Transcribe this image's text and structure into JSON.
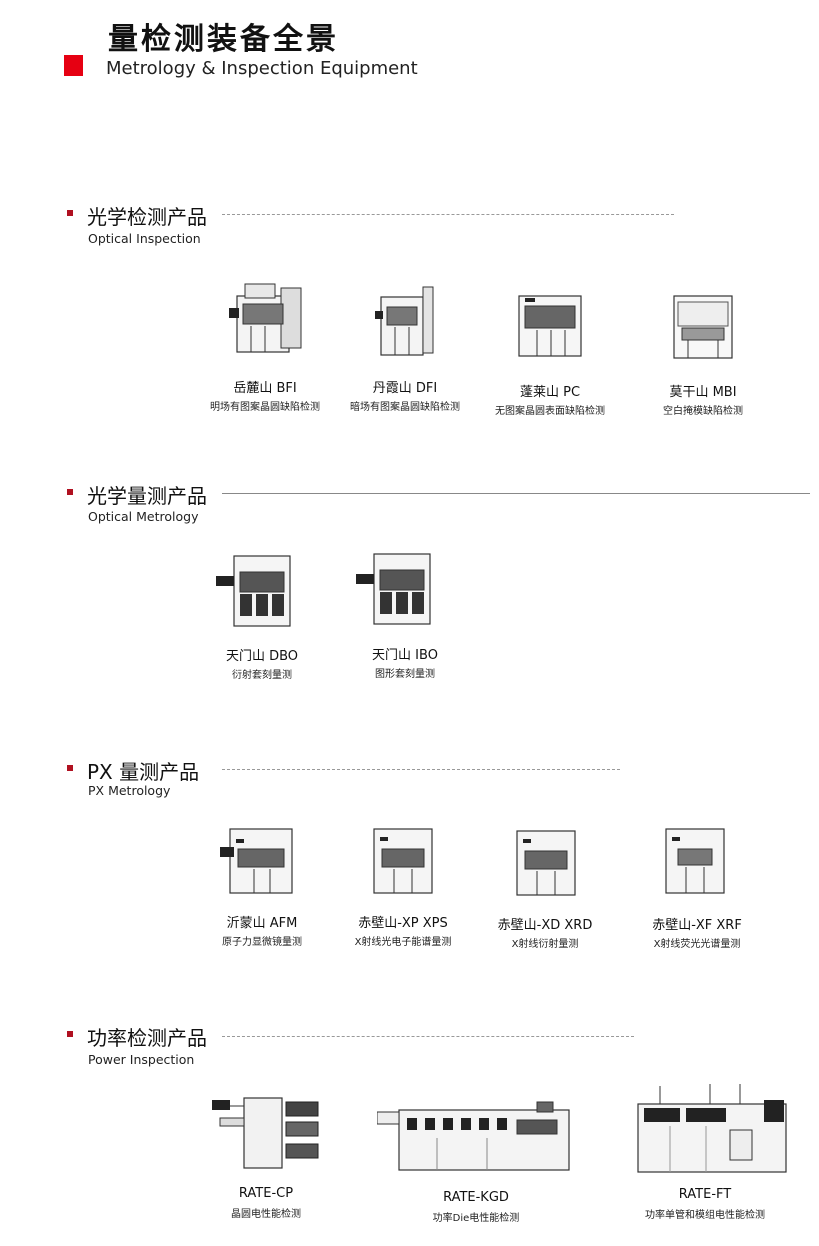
{
  "header": {
    "title_cn": "量检测装备全景",
    "title_en": "Metrology & Inspection Equipment",
    "accent_color": "#e60012"
  },
  "sections": [
    {
      "title_cn": "光学检测产品",
      "title_en": "Optical Inspection",
      "products": [
        {
          "name": "岳麓山 BFI",
          "desc": "明场有图案晶圆缺陷检测",
          "icon": "inspection-machine-icon"
        },
        {
          "name": "丹霞山 DFI",
          "desc": "暗场有图案晶圆缺陷检测",
          "icon": "inspection-machine-icon"
        },
        {
          "name": "蓬莱山 PC",
          "desc": "无图案晶圆表面缺陷检测",
          "icon": "inspection-machine-icon"
        },
        {
          "name": "莫干山 MBI",
          "desc": "空白掩模缺陷检测",
          "icon": "inspection-machine-icon"
        }
      ]
    },
    {
      "title_cn": "光学量测产品",
      "title_en": "Optical Metrology",
      "products": [
        {
          "name": "天门山 DBO",
          "desc": "衍射套刻量测",
          "icon": "metrology-machine-icon"
        },
        {
          "name": "天门山 IBO",
          "desc": "图形套刻量测",
          "icon": "metrology-machine-icon"
        }
      ]
    },
    {
      "title_cn": "PX 量测产品",
      "title_en": "PX Metrology",
      "products": [
        {
          "name": "沂蒙山 AFM",
          "desc": "原子力显微镜量测",
          "icon": "metrology-machine-icon"
        },
        {
          "name": "赤壁山-XP XPS",
          "desc": "X射线光电子能谱量测",
          "icon": "metrology-machine-icon"
        },
        {
          "name": "赤壁山-XD XRD",
          "desc": "X射线衍射量测",
          "icon": "metrology-machine-icon"
        },
        {
          "name": "赤壁山-XF XRF",
          "desc": "X射线荧光光谱量测",
          "icon": "metrology-machine-icon"
        }
      ]
    },
    {
      "title_cn": "功率检测产品",
      "title_en": "Power Inspection",
      "products": [
        {
          "name": "RATE-CP",
          "desc": "晶圆电性能检测",
          "icon": "power-tester-icon"
        },
        {
          "name": "RATE-KGD",
          "desc": "功率Die电性能检测",
          "icon": "power-tester-icon"
        },
        {
          "name": "RATE-FT",
          "desc": "功率单管和模组电性能检测",
          "icon": "power-tester-icon"
        }
      ]
    }
  ]
}
